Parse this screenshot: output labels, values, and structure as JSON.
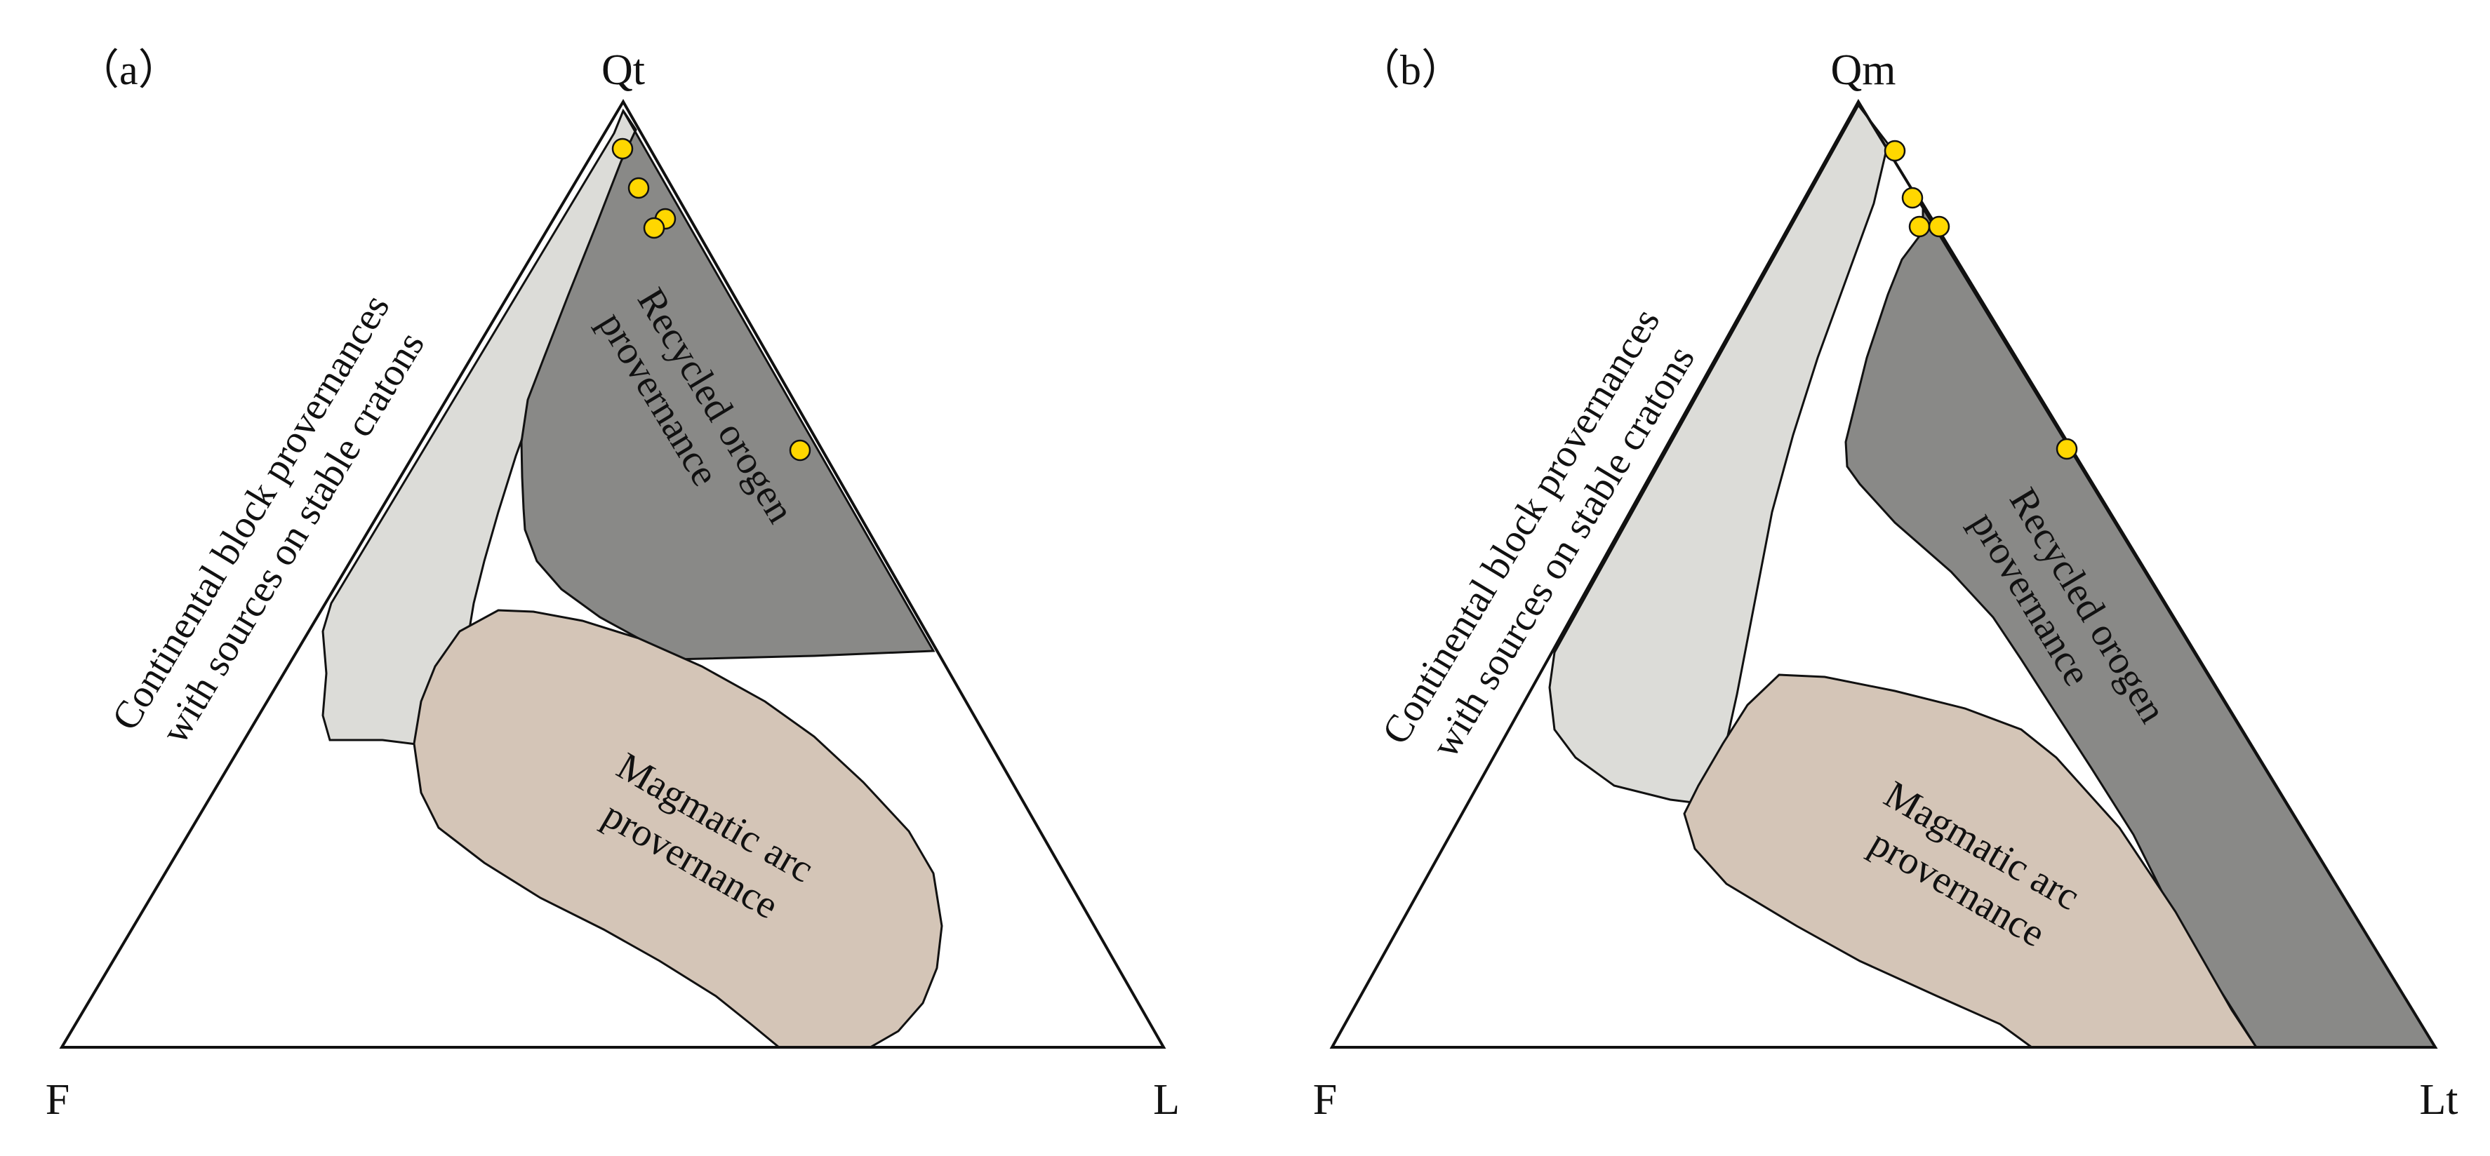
{
  "panels": [
    {
      "label": "（a）",
      "vertices": {
        "top": "Qt",
        "left": "F",
        "right": "L"
      },
      "fields": [
        {
          "id": "continental",
          "name": [
            "Continental block provernances",
            "with sources on stable cratons"
          ],
          "color": "#dcdcd8"
        },
        {
          "id": "recycled",
          "name": [
            "Recycled  orogen",
            "provernance"
          ],
          "color": "#898987"
        },
        {
          "id": "magmatic",
          "name": [
            "Magmatic",
            "arc",
            "provernance"
          ],
          "color": "#d4c5b7"
        }
      ],
      "point_color": "#ffd700"
    },
    {
      "label": "（b）",
      "vertices": {
        "top": "Qm",
        "left": "F",
        "right": "Lt"
      },
      "fields": [
        {
          "id": "continental",
          "name": [
            "Continental block provernances",
            "with sources on stable cratons"
          ],
          "color": "#dcdcd8"
        },
        {
          "id": "recycled",
          "name": [
            "Recycled  orogen",
            "provernance"
          ],
          "color": "#898987"
        },
        {
          "id": "magmatic",
          "name": [
            "Magmatic arc",
            "provernance"
          ],
          "color": "#d4c5b7"
        }
      ],
      "point_color": "#ffd700"
    }
  ]
}
